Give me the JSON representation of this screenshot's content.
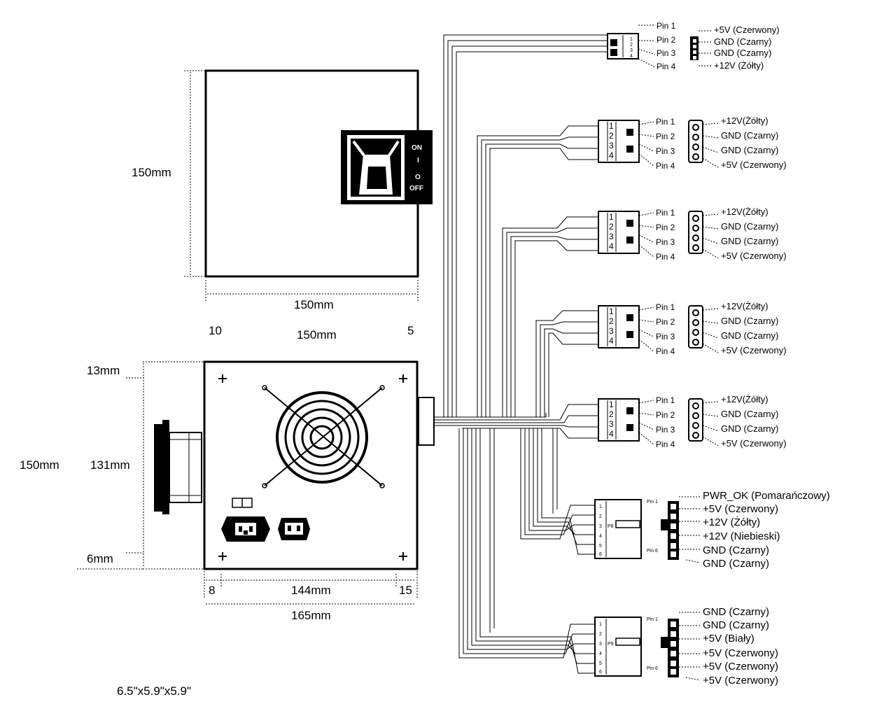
{
  "top_view": {
    "height_label": "150mm",
    "width_label": "150mm",
    "switch_on": "ON",
    "switch_on_mark": "I",
    "switch_off_mark": "O",
    "switch_off": "OFF"
  },
  "front_view": {
    "offset_left": "10",
    "width_label": "150mm",
    "offset_right": "5",
    "top_margin": "13mm",
    "height_label": "150mm",
    "inner_height": "131mm",
    "bottom_margin": "6mm",
    "left_offset": "8",
    "inner_width": "144mm",
    "right_offset": "15",
    "total_width": "165mm"
  },
  "size_inches": "6.5\"x5.9\"x5.9\"",
  "connectors": {
    "floppy": {
      "pins": [
        "Pin 1",
        "Pin 2",
        "Pin 3",
        "Pin 4"
      ],
      "labels": [
        "+5V (Czerwony)",
        "GND (Czarny)",
        "GND (Czarny)",
        "+12V (Żółty)"
      ]
    },
    "molex": [
      {
        "pins": [
          "Pin 1",
          "Pin 2",
          "Pin 3",
          "Pin 4"
        ],
        "labels": [
          "+12V(Żółty)",
          "GND (Czarny)",
          "GND (Czarny)",
          "+5V  (Czerwony)"
        ]
      },
      {
        "pins": [
          "Pin 1",
          "Pin 2",
          "Pin 3",
          "Pin 4"
        ],
        "labels": [
          "+12V(Żółty)",
          "GND (Czarny)",
          "GND (Czarny)",
          "+5V  (Czerwony)"
        ]
      },
      {
        "pins": [
          "Pin 1",
          "Pin 2",
          "Pin 3",
          "Pin 4"
        ],
        "labels": [
          "+12V(Żółty)",
          "GND (Czarny)",
          "GND (Czarny)",
          "+5V  (Czerwony)"
        ]
      },
      {
        "pins": [
          "Pin 1",
          "Pin 2",
          "Pin 3",
          "Pin 4"
        ],
        "labels": [
          "+12V(Żółty)",
          "GND (Czarny)",
          "GND (Czarny)",
          "+5V  (Czerwony)"
        ]
      }
    ],
    "p8": {
      "pin_first": "Pin 1",
      "pin_last": "Pin 6",
      "body_text": "P8",
      "labels": [
        "PWR_OK (Pomarańczowy)",
        "+5V (Czerwony)",
        "+12V (Żółty)",
        "+12V (Niebieski)",
        "GND (Czarny)",
        "GND (Czarny)"
      ]
    },
    "p9": {
      "pin_first": "Pin 1",
      "pin_last": "Pin 6",
      "body_text": "P9",
      "labels": [
        "GND (Czarny)",
        "GND (Czarny)",
        "+5V (Biały)",
        "+5V (Czerwony)",
        "+5V (Czerwony)",
        "+5V (Czerwony)"
      ]
    }
  }
}
